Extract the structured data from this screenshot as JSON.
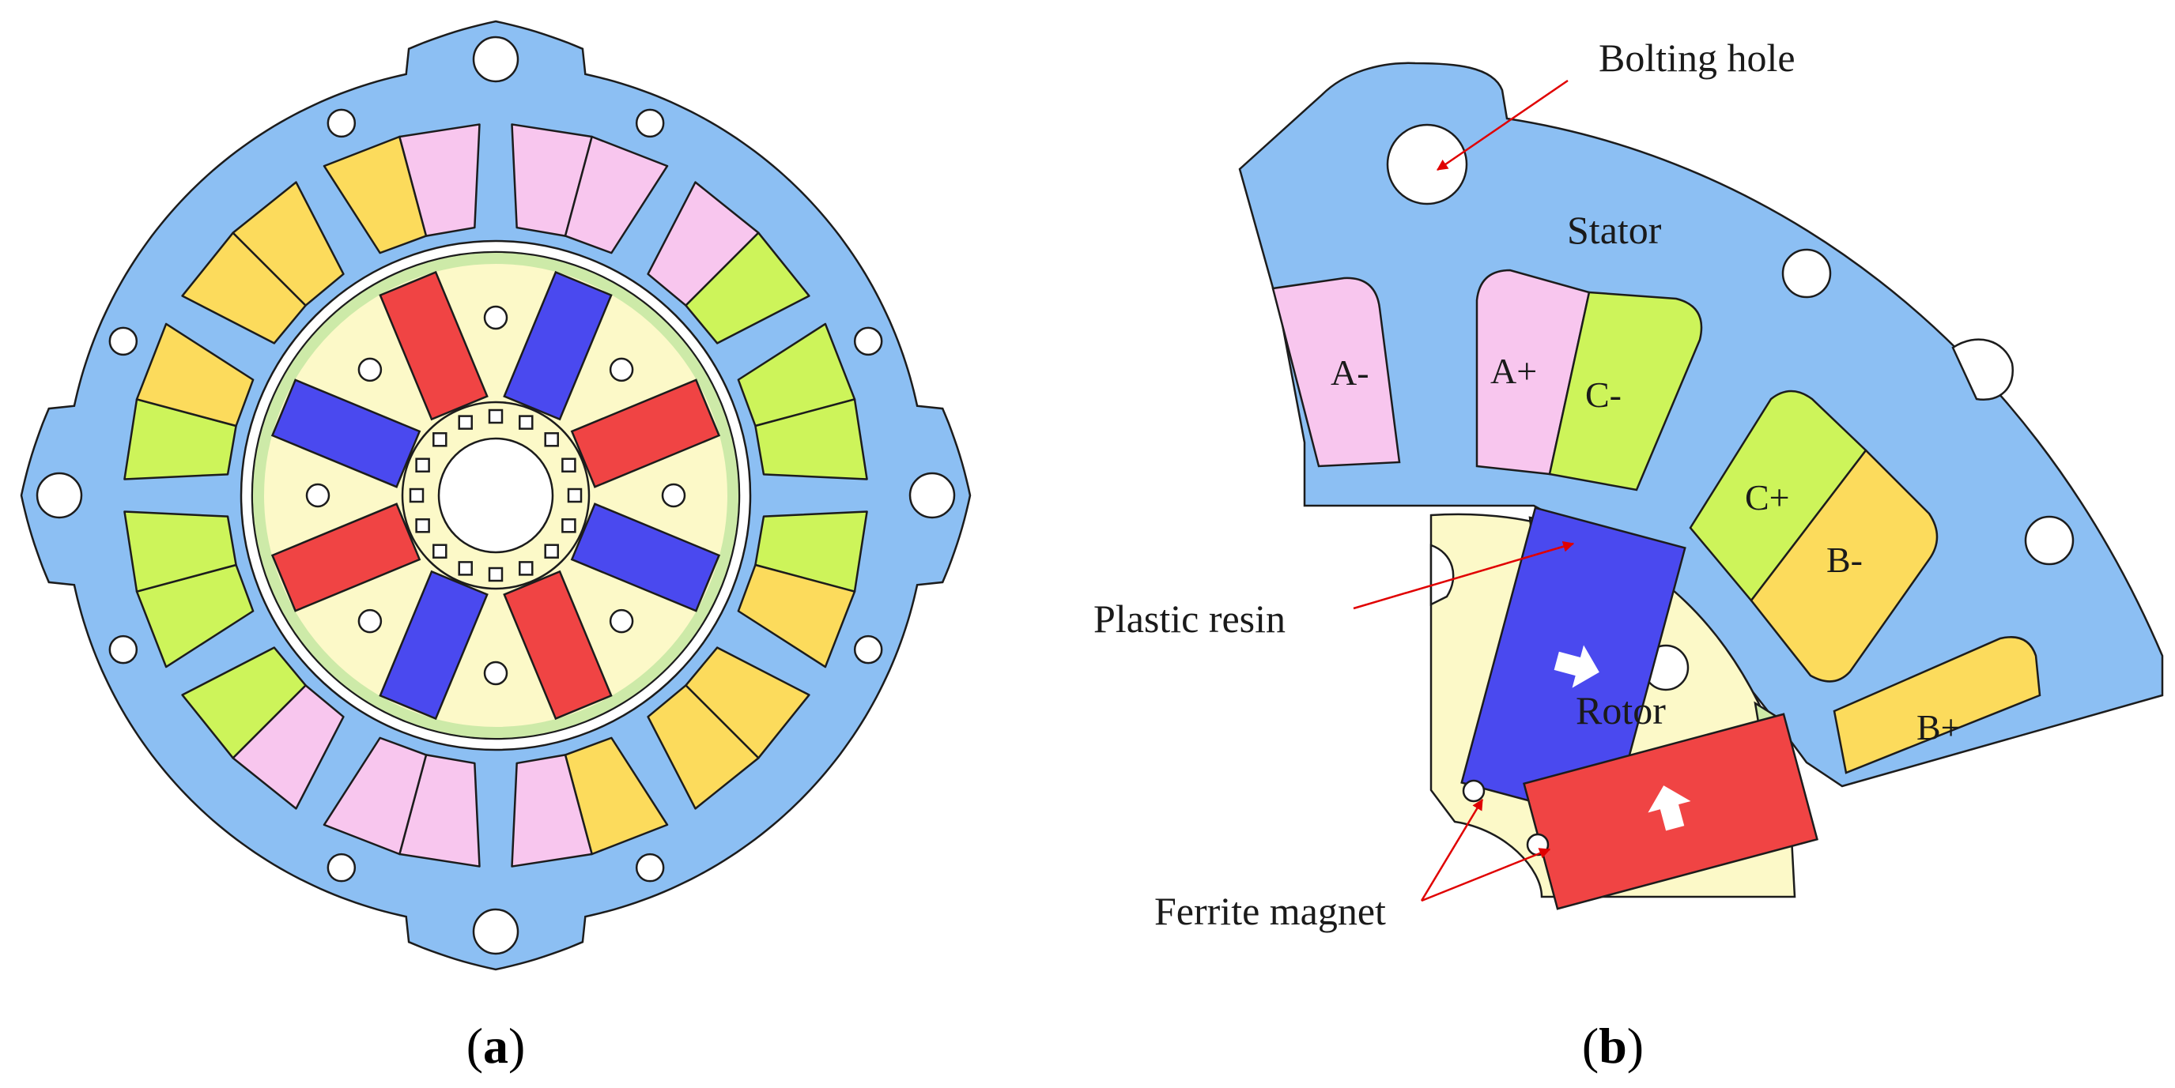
{
  "colors": {
    "stator": "#8cbff3",
    "rotor": "#fcf9c8",
    "phase_a": "#f8c6ee",
    "phase_b": "#fcdb5c",
    "phase_c": "#cdf45a",
    "magnet_red": "#f04444",
    "magnet_blue": "#4a49ef",
    "resin": "#cdeaa8",
    "leader": "#e00000"
  },
  "panel_a": {
    "caption": {
      "open": "(",
      "letter": "a",
      "close": ")"
    }
  },
  "panel_b": {
    "coil_labels": {
      "a_minus": "A-",
      "a_plus": "A+",
      "c_minus": "C-",
      "c_plus": "C+",
      "b_minus": "B-",
      "b_plus": "B+"
    },
    "annotations": {
      "bolting_hole": "Bolting hole",
      "stator": "Stator",
      "rotor": "Rotor",
      "plastic_resin": "Plastic resin",
      "ferrite_magnet": "Ferrite magnet"
    },
    "caption": {
      "open": "(",
      "letter": "b",
      "close": ")"
    }
  }
}
